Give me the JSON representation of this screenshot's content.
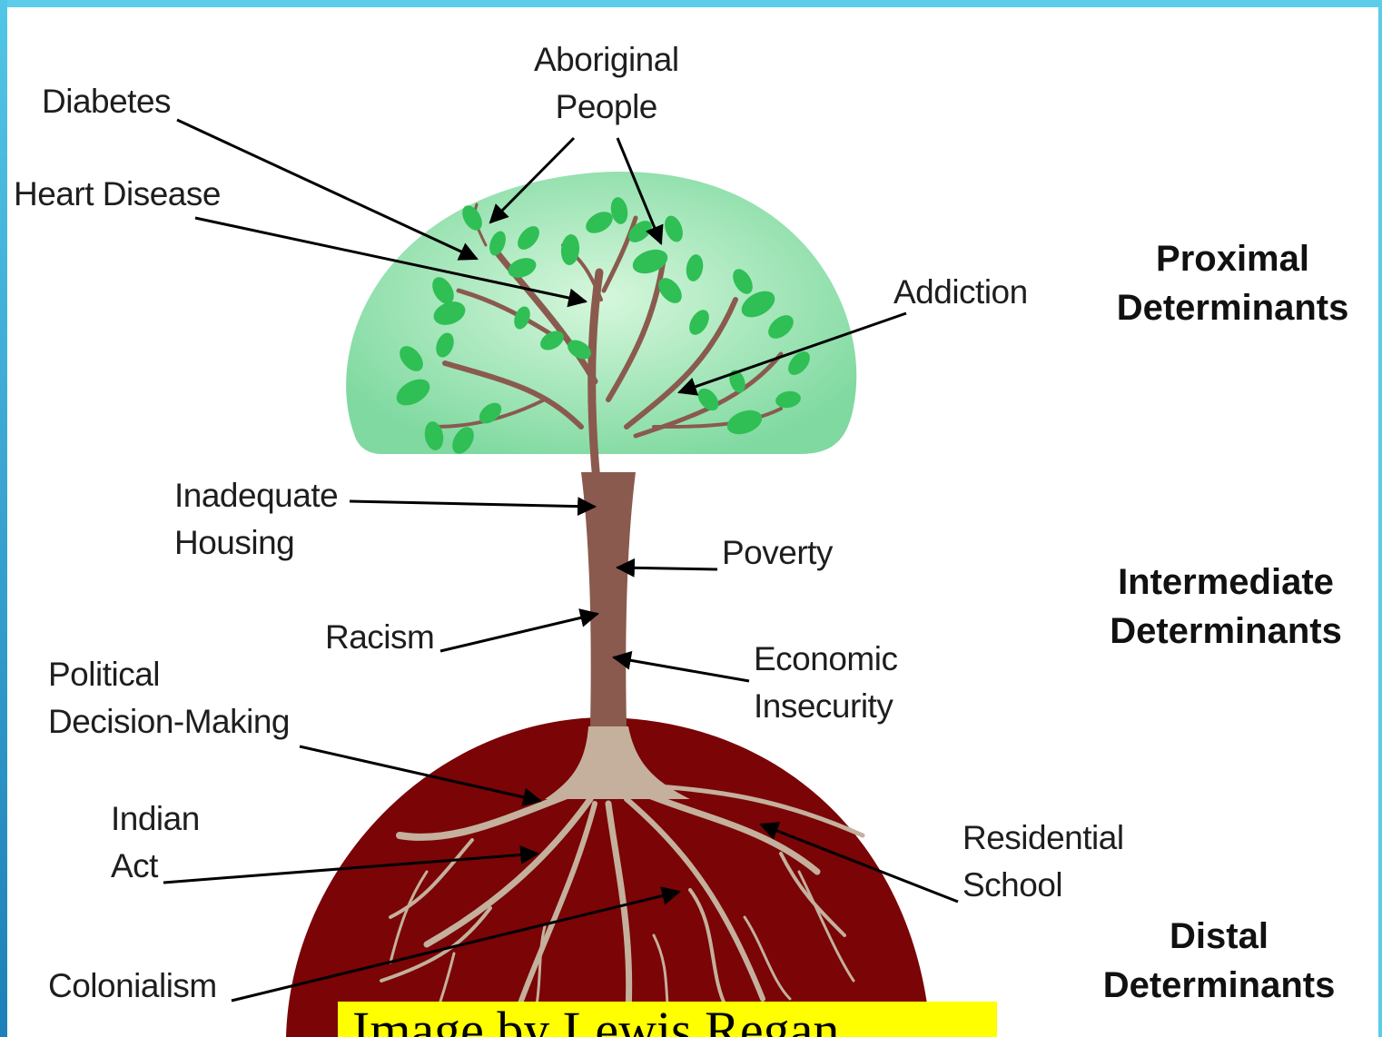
{
  "labels": {
    "diabetes": "Diabetes",
    "aboriginal": [
      "Aboriginal",
      "People"
    ],
    "heart_disease": "Heart Disease",
    "addiction": "Addiction",
    "inadequate_housing": [
      "Inadequate",
      "Housing"
    ],
    "poverty": "Poverty",
    "racism": "Racism",
    "economic_insecurity": [
      "Economic",
      "Insecurity"
    ],
    "political_decision": [
      "Political",
      "Decision-Making"
    ],
    "indian_act": [
      "Indian",
      "Act"
    ],
    "residential_school": [
      "Residential",
      "School"
    ],
    "colonialism": "Colonialism"
  },
  "categories": {
    "proximal": [
      "Proximal",
      "Determinants"
    ],
    "intermediate": [
      "Intermediate",
      "Determinants"
    ],
    "distal": [
      "Distal",
      "Determinants"
    ]
  },
  "caption": "Image by Lewis Regan",
  "colors": {
    "canopy": "#7fd9a0",
    "canopy_light": "#d6f7dc",
    "leaf": "#2fbf55",
    "trunk": "#8a5a4e",
    "roots": "#7a0406",
    "root_lines": "#c4b09c",
    "frame": "#5bcde8",
    "caption_bg": "#ffff00"
  }
}
